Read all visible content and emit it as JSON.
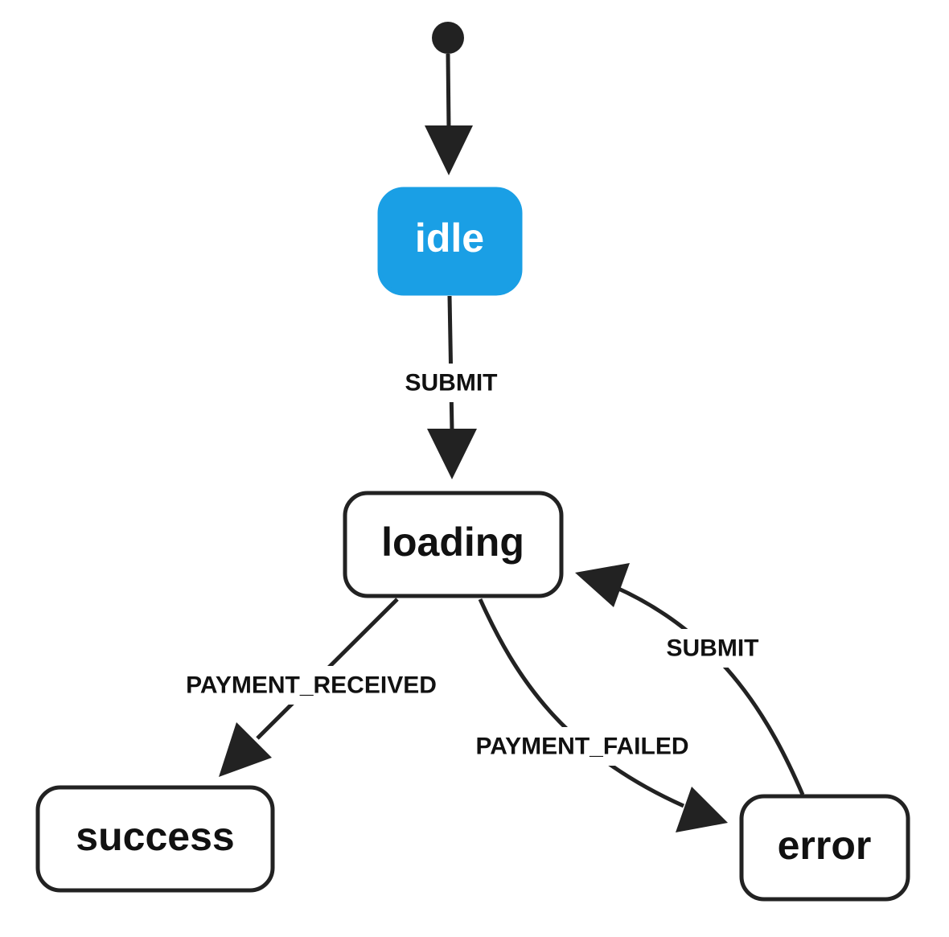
{
  "states": {
    "idle": {
      "label": "idle",
      "active": true
    },
    "loading": {
      "label": "loading",
      "active": false
    },
    "success": {
      "label": "success",
      "active": false
    },
    "error": {
      "label": "error",
      "active": false
    }
  },
  "transitions": [
    {
      "from": "initial",
      "to": "idle",
      "label": ""
    },
    {
      "from": "idle",
      "to": "loading",
      "label": "SUBMIT"
    },
    {
      "from": "loading",
      "to": "success",
      "label": "PAYMENT_RECEIVED"
    },
    {
      "from": "loading",
      "to": "error",
      "label": "PAYMENT_FAILED"
    },
    {
      "from": "error",
      "to": "loading",
      "label": "SUBMIT"
    }
  ],
  "colors": {
    "active_state": "#1a9fe5",
    "stroke": "#222222",
    "background": "#ffffff"
  }
}
